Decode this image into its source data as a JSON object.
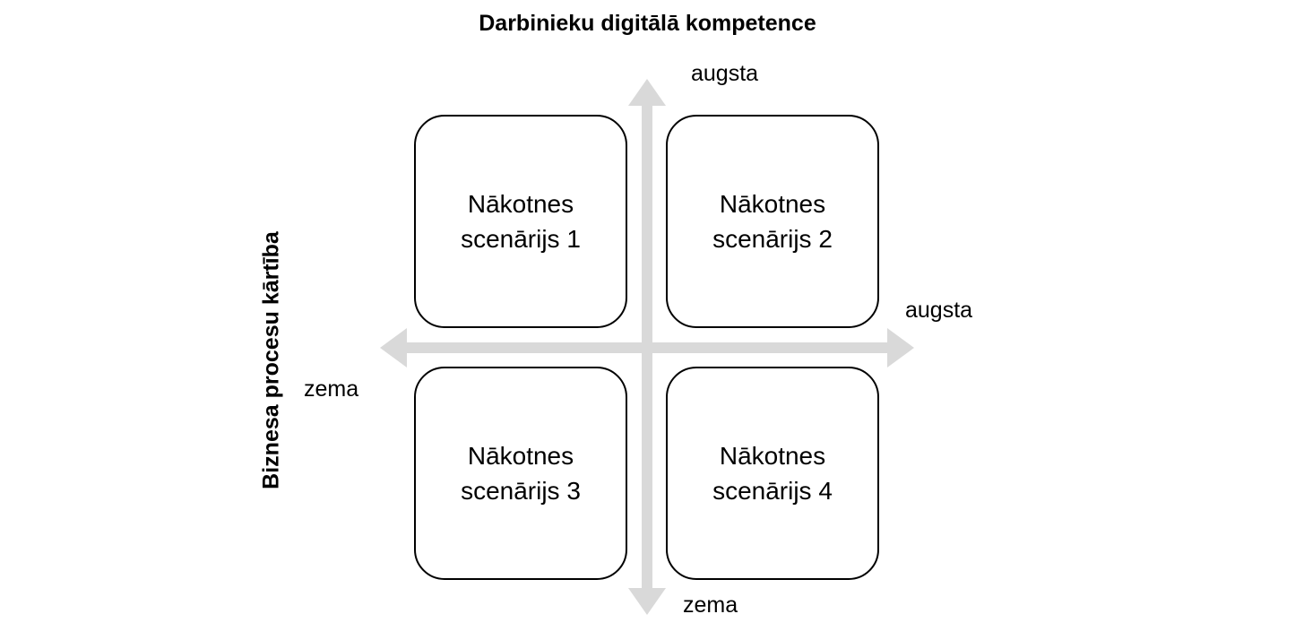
{
  "diagram": {
    "top_title": "Darbinieku digitālā kompetence",
    "left_title": "Biznesa procesu kārtība",
    "axis_labels": {
      "vertical_high": "augsta",
      "vertical_low": "zema",
      "horizontal_high": "augsta",
      "horizontal_low": "zema"
    },
    "quadrants": [
      {
        "line1": "Nākotnes",
        "line2": "scenārijs 1"
      },
      {
        "line1": "Nākotnes",
        "line2": "scenārijs 2"
      },
      {
        "line1": "Nākotnes",
        "line2": "scenārijs 3"
      },
      {
        "line1": "Nākotnes",
        "line2": "scenārijs 4"
      }
    ],
    "colors": {
      "arrow": "#d9d9d9",
      "box_border": "#000000",
      "text": "#000000"
    }
  }
}
